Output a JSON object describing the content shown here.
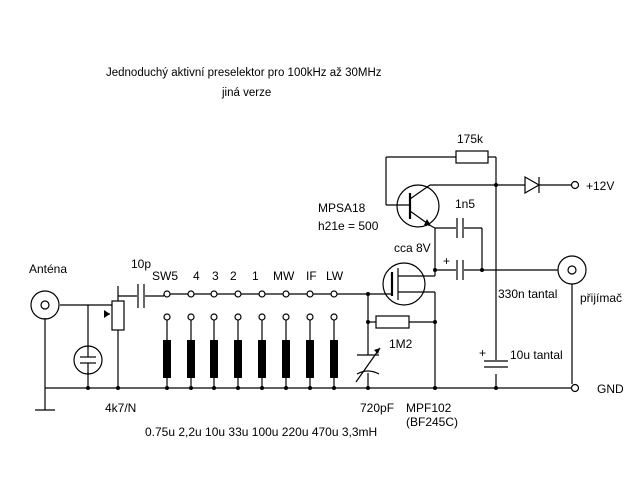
{
  "title": "Jednoduchý aktivní preselektor pro 100kHz až 30MHz",
  "subtitle": "jiná verze",
  "antenna": "Anténa",
  "pot": "4k7/N",
  "cap_input": "10p",
  "band_labels": [
    "SW5",
    "4",
    "3",
    "2",
    "1",
    "MW",
    "IF",
    "LW"
  ],
  "inductor_values": "0.75u 2,2u 10u 33u 100u 220u 470u 3,3mH",
  "var_cap": "720pF",
  "fet": "MPF102",
  "fet_alt": "(BF245C)",
  "gate_res": "1M2",
  "fet_voltage": "cca 8V",
  "transistor": "MPSA18",
  "hfe": "h21e = 500",
  "base_res": "175k",
  "cap_coupling": "1n5",
  "cap_tantal_1": "330n tantal",
  "cap_tantal_2": "10u tantal",
  "cap_tantal_polarity": "+",
  "supply": "+12V",
  "ground": "GND",
  "receiver": "přijímač"
}
